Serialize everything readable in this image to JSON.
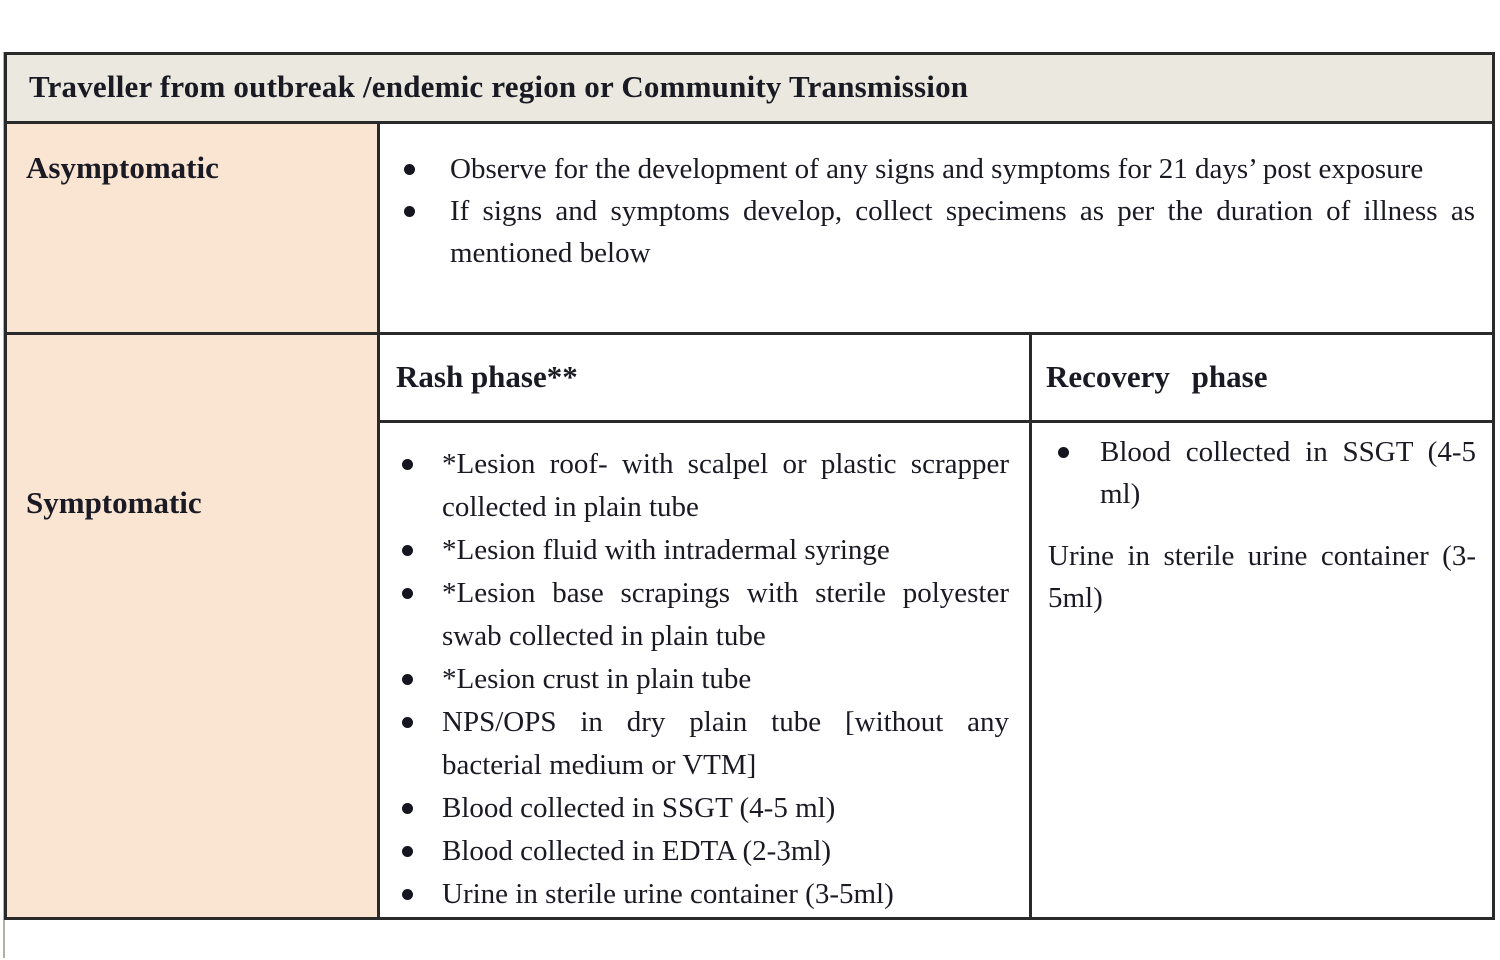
{
  "colors": {
    "header_bg": "#ebe9df",
    "label_bg": "#fae5d3",
    "border": "#2a2a2a",
    "text": "#1a1a24"
  },
  "table": {
    "title": "Traveller from outbreak /endemic region or Community Transmission",
    "rows": [
      {
        "label": "Asymptomatic",
        "bullets": [
          "Observe for the development of any signs and symptoms for 21 days’ post exposure",
          "If signs and symptoms develop, collect specimens as per the duration of illness as mentioned below"
        ]
      },
      {
        "label": "Symptomatic",
        "columns": [
          {
            "header": "Rash phase**",
            "bullets": [
              "*Lesion roof- with scalpel or plastic scrapper collected in plain tube",
              "*Lesion fluid with intradermal syringe",
              "*Lesion base scrapings with sterile polyester swab collected in plain tube",
              "*Lesion crust in plain tube",
              "NPS/OPS in dry plain tube [without any bacterial medium or VTM]",
              "Blood collected in SSGT (4-5 ml)",
              "Blood collected in EDTA (2-3ml)",
              "Urine in sterile urine container (3-5ml)"
            ]
          },
          {
            "header": "Recovery phase",
            "bullets": [
              "Blood collected in SSGT (4-5 ml)"
            ],
            "paragraph": "Urine in sterile urine container (3-5ml)"
          }
        ]
      }
    ]
  }
}
